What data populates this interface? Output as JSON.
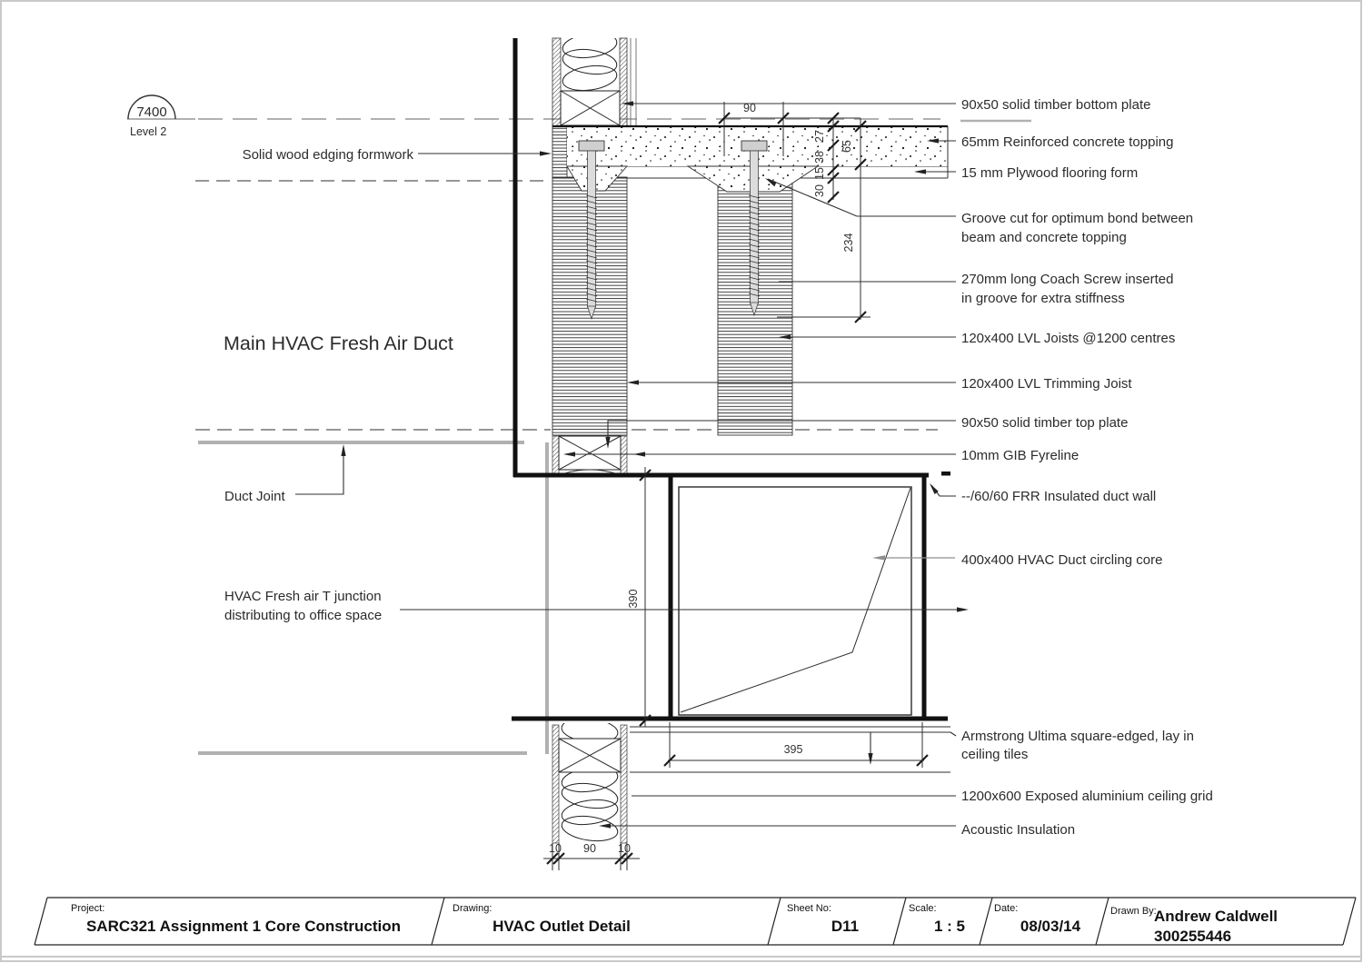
{
  "page": {
    "background": "#ffffff",
    "frame_color": "#c9c9c9",
    "line_color": "#1b1b1b",
    "gray_accent": "#b1b1b1"
  },
  "level_marker": {
    "value": "7400",
    "label": "Level 2"
  },
  "labels_left": {
    "formwork": "Solid wood edging formwork",
    "main_title": "Main HVAC Fresh Air Duct",
    "duct_joint": "Duct Joint",
    "t_junction_line1": "HVAC Fresh air T junction",
    "t_junction_line2": "distributing to office space"
  },
  "labels_right": [
    "90x50 solid timber bottom plate",
    "65mm Reinforced concrete topping",
    "15 mm Plywood flooring form",
    "Groove cut for optimum bond between",
    "beam and concrete topping",
    "270mm long Coach Screw inserted",
    "in groove for extra stiffness",
    "120x400 LVL Joists @1200 centres",
    "120x400 LVL Trimming Joist",
    "90x50 solid timber top plate",
    "10mm GIB Fyreline",
    "--/60/60 FRR Insulated duct wall",
    "400x400 HVAC Duct circling core",
    "Armstrong Ultima square-edged, lay in",
    "ceiling tiles",
    "1200x600 Exposed aluminium ceiling grid",
    "Acoustic Insulation"
  ],
  "dimensions": {
    "screw_spacing": "90",
    "chain": [
      "27",
      "38",
      "15",
      "30"
    ],
    "topping_depth": "65",
    "screw_embed": "234",
    "duct_height": "390",
    "ceiling_width": "395",
    "wall_layers": [
      "10",
      "90",
      "10"
    ]
  },
  "title_block": {
    "project_label": "Project:",
    "project": "SARC321 Assignment 1 Core Construction",
    "drawing_label": "Drawing:",
    "drawing": "HVAC Outlet Detail",
    "sheet_label": "Sheet No:",
    "sheet": "D11",
    "scale_label": "Scale:",
    "scale": "1 : 5",
    "date_label": "Date:",
    "date": "08/03/14",
    "drawn_by_label": "Drawn By:",
    "drawn_by": "Andrew Caldwell",
    "drawn_by_id": "300255446"
  }
}
